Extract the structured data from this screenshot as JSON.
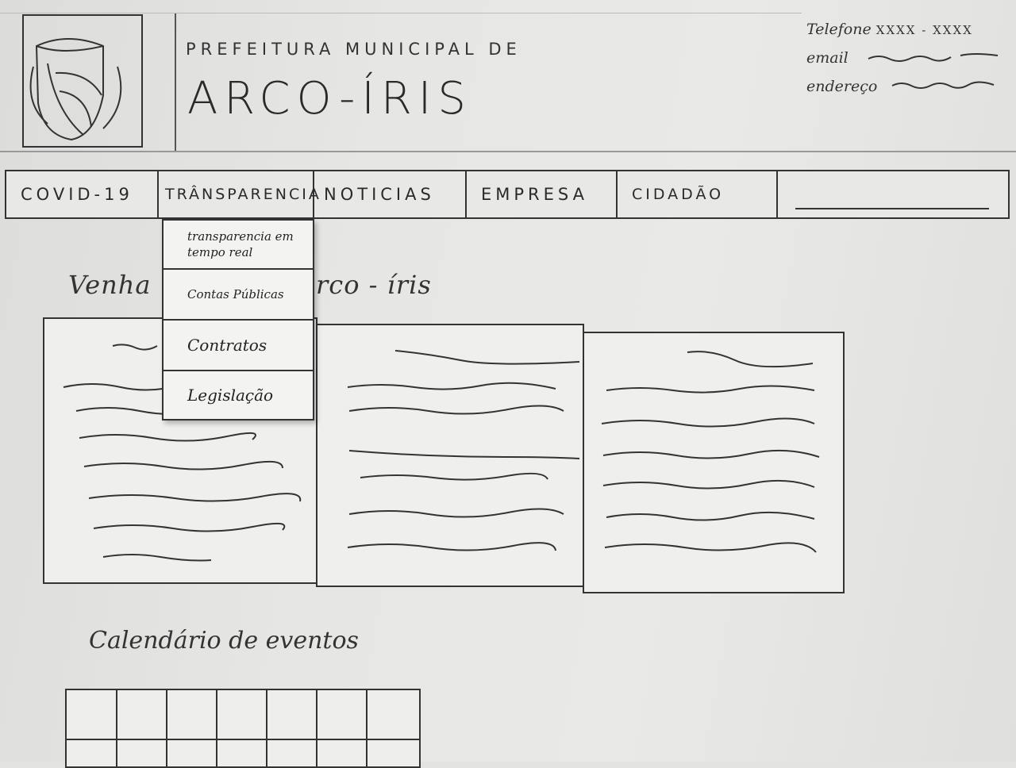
{
  "header": {
    "subtitle": "PREFEITURA MUNICIPAL DE",
    "title": "ARCO-ÍRIS",
    "logo_icon": "rainbow-coat-of-arms-icon",
    "contact": {
      "phone_label": "Telefone",
      "phone_value": "XXXX - XXXX",
      "email_label": "email",
      "address_label": "endereço"
    }
  },
  "nav": {
    "items": [
      {
        "label": "COVID-19"
      },
      {
        "label": "TRÂNSPARENCIA"
      },
      {
        "label": "NOTICIAS"
      },
      {
        "label": "EMPRESA"
      },
      {
        "label": "CIDADÃO"
      }
    ],
    "search_placeholder": ""
  },
  "dropdown": {
    "items": [
      {
        "label": "transparencia em tempo real"
      },
      {
        "label": "Contas Públicas"
      },
      {
        "label": "Contratos"
      },
      {
        "label": "Legislação"
      }
    ]
  },
  "main": {
    "welcome_start": "Venha",
    "welcome_end": "rco - íris",
    "calendar_title": "Calendário de eventos"
  },
  "colors": {
    "ink": "#2a2a2a",
    "paper": "#e6e6e4"
  }
}
